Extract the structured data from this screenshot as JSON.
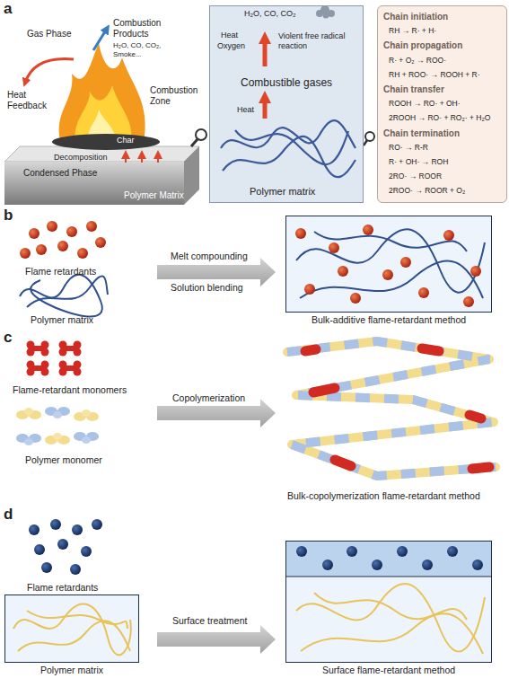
{
  "diagram": {
    "nodes": [
      {
        "text": [
          "H₂O, CO, CO₂",
          "Heat",
          "Oxygen",
          "Violent free radical reaction",
          "Combustible gases",
          "Heat",
          "Polymer matrix"
        ]
      },
      {
        "text": [
          "Chain initiation",
          "RH → R· + H·",
          "Chain propagation",
          "R· + O₂ → ROO·",
          "RH + ROO· → ROOH + R·",
          "Chain transfer",
          "ROOH → RO· + OH·",
          "2ROOH → RO· + RO₂· + H₂O",
          "Chain termination",
          "RO· → R-R",
          "R· + OH· → ROH",
          "2RO· → ROOR",
          "2ROO· → ROOR + O₂"
        ]
      },
      {
        "text": [
          "Bulk-additive flame-retardant method"
        ]
      },
      {
        "text": [
          "Polymer matrix"
        ]
      },
      {
        "text": [
          "Surface flame-retardant method"
        ]
      }
    ],
    "labels": [
      "a",
      "Gas Phase",
      "Combustion Products",
      "H₂O, CO, CO₂, Smoke...",
      "Heat Feedback",
      "Combustion Zone",
      "Char",
      "Decomposition",
      "Condensed Phase",
      "Polymer Matrix",
      "b",
      "Flame retardants",
      "Polymer matrix",
      "Melt compounding",
      "Solution blending",
      "c",
      "Flame-retardant monomers",
      "Polymer monomer",
      "Copolymerization",
      "Bulk-copolymerization flame-retardant method",
      "d",
      "Flame retardants",
      "Surface treatment"
    ]
  }
}
